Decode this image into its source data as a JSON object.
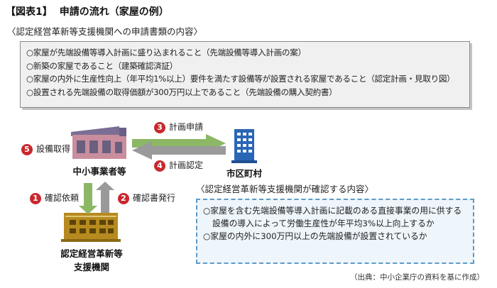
{
  "figure": {
    "number": "【図表1】",
    "title": "申請の流れ（家屋の例）"
  },
  "request_section": {
    "heading": "〈認定経営革新等支援機関への申請書類の内容〉",
    "items": [
      "○家屋が先端設備等導入計画に盛り込まれること（先端設備等導入計画の案）",
      "○新築の家屋であること（建築確認済証）",
      "○家屋の内外に生産性向上（年平均1%以上）要件を満たす設備等が設置される家屋であること（認定計画・見取り図）",
      "○設置される先端設備の取得価額が300万円以上であること（先端設備の購入契約書）"
    ]
  },
  "flow": {
    "nodes": {
      "sme": "中小事業者等",
      "city": "市区町村",
      "support_org_line1": "認定経営革新等",
      "support_org_line2": "支援機関"
    },
    "steps": [
      {
        "num": "1",
        "label": "確認依頼"
      },
      {
        "num": "2",
        "label": "確認書発行"
      },
      {
        "num": "3",
        "label": "計画申請"
      },
      {
        "num": "4",
        "label": "計画認定"
      },
      {
        "num": "5",
        "label": "設備取得"
      }
    ]
  },
  "confirm_section": {
    "heading": "〈認定経営革新等支援機関が確認する内容〉",
    "items": [
      "○家屋を含む先端設備等導入計画に記載のある直接事業の用に供する設備の導入によって労働生産性が年平均3%以上向上するか",
      "○家屋の内外に300万円以上の先端設備が設置されているか"
    ]
  },
  "source": "（出典：中小企業庁の資料を基に作成）",
  "colors": {
    "badge": "#c9282d",
    "arrow_green": "#8cb866",
    "arrow_gray": "#9a9a9a",
    "city_blue": "#2a66b6",
    "sme_purple": "#7a6e95",
    "sme_pink": "#c98e9e",
    "org_gold": "#b68a1f",
    "confirm_border": "#5b9bc8",
    "confirm_bg": "#eef5fb"
  }
}
